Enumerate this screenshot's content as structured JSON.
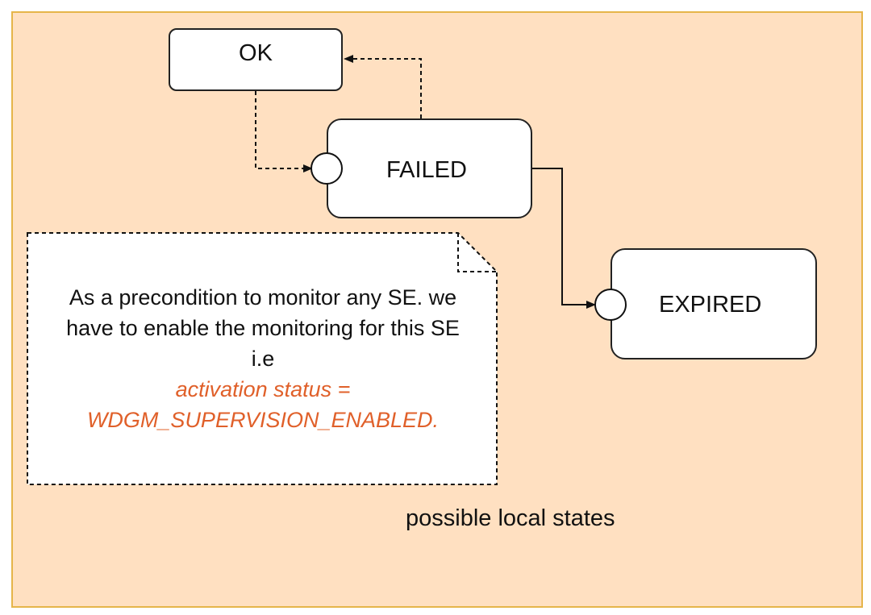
{
  "diagram": {
    "states": {
      "ok": "OK",
      "failed": "FAILED",
      "expired": "EXPIRED"
    },
    "note": {
      "line1": "As a precondition to monitor any SE. we",
      "line2": "have to enable the monitoring for this SE",
      "line3": "i.e",
      "highlight_line1": "activation status =",
      "highlight_line2": "WDGM_SUPERVISION_ENABLED."
    },
    "caption": "possible local states"
  },
  "colors": {
    "background": "#ffe0c1",
    "border": "#e6b54a",
    "highlight_text": "#e0602a"
  }
}
